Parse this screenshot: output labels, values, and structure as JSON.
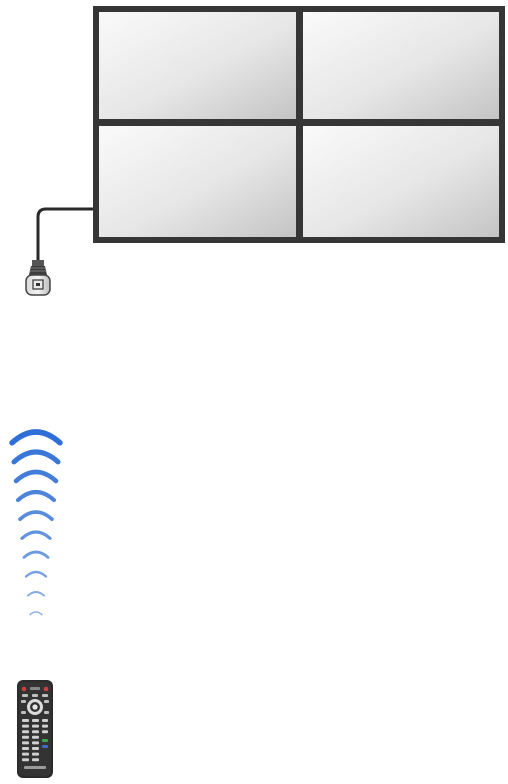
{
  "diagram": {
    "video_wall": {
      "rows": 2,
      "cols": 2,
      "panel_count": 4,
      "frame_color": "#3a3a3a",
      "panel_gradient": [
        "#f8f8f8",
        "#c8c8c8"
      ]
    },
    "ir_receiver": {
      "icon": "ir-receiver-icon",
      "cable_color": "#2a2a2a"
    },
    "ir_signal": {
      "icon": "ir-signal-waves-icon",
      "wave_count": 10,
      "wave_color": "#2d6fd6"
    },
    "remote_control": {
      "icon": "remote-control-icon",
      "body_color": "#2b2b2b"
    }
  }
}
